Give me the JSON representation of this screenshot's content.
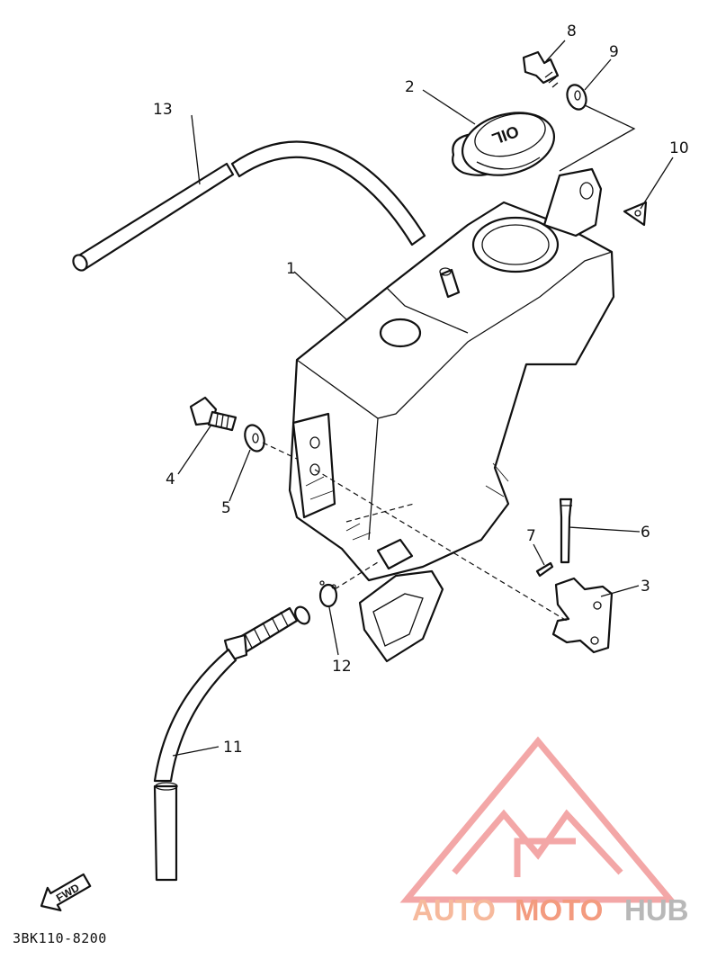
{
  "diagram": {
    "callouts": [
      "1",
      "2",
      "3",
      "4",
      "5",
      "6",
      "7",
      "8",
      "9",
      "10",
      "11",
      "12",
      "13"
    ],
    "drawing_code": "3BK110-8200",
    "fwd_label": "FWD"
  },
  "watermark": {
    "text_part1": "AUTO",
    "text_part2": "MOTO",
    "text_part3": "HUB",
    "colors": {
      "auto": "#f6b99c",
      "moto": "#f39b7f",
      "hub": "#b8b8b8",
      "logo": "#f08a8a"
    }
  },
  "icons": [
    "fwd-arrow-icon"
  ]
}
